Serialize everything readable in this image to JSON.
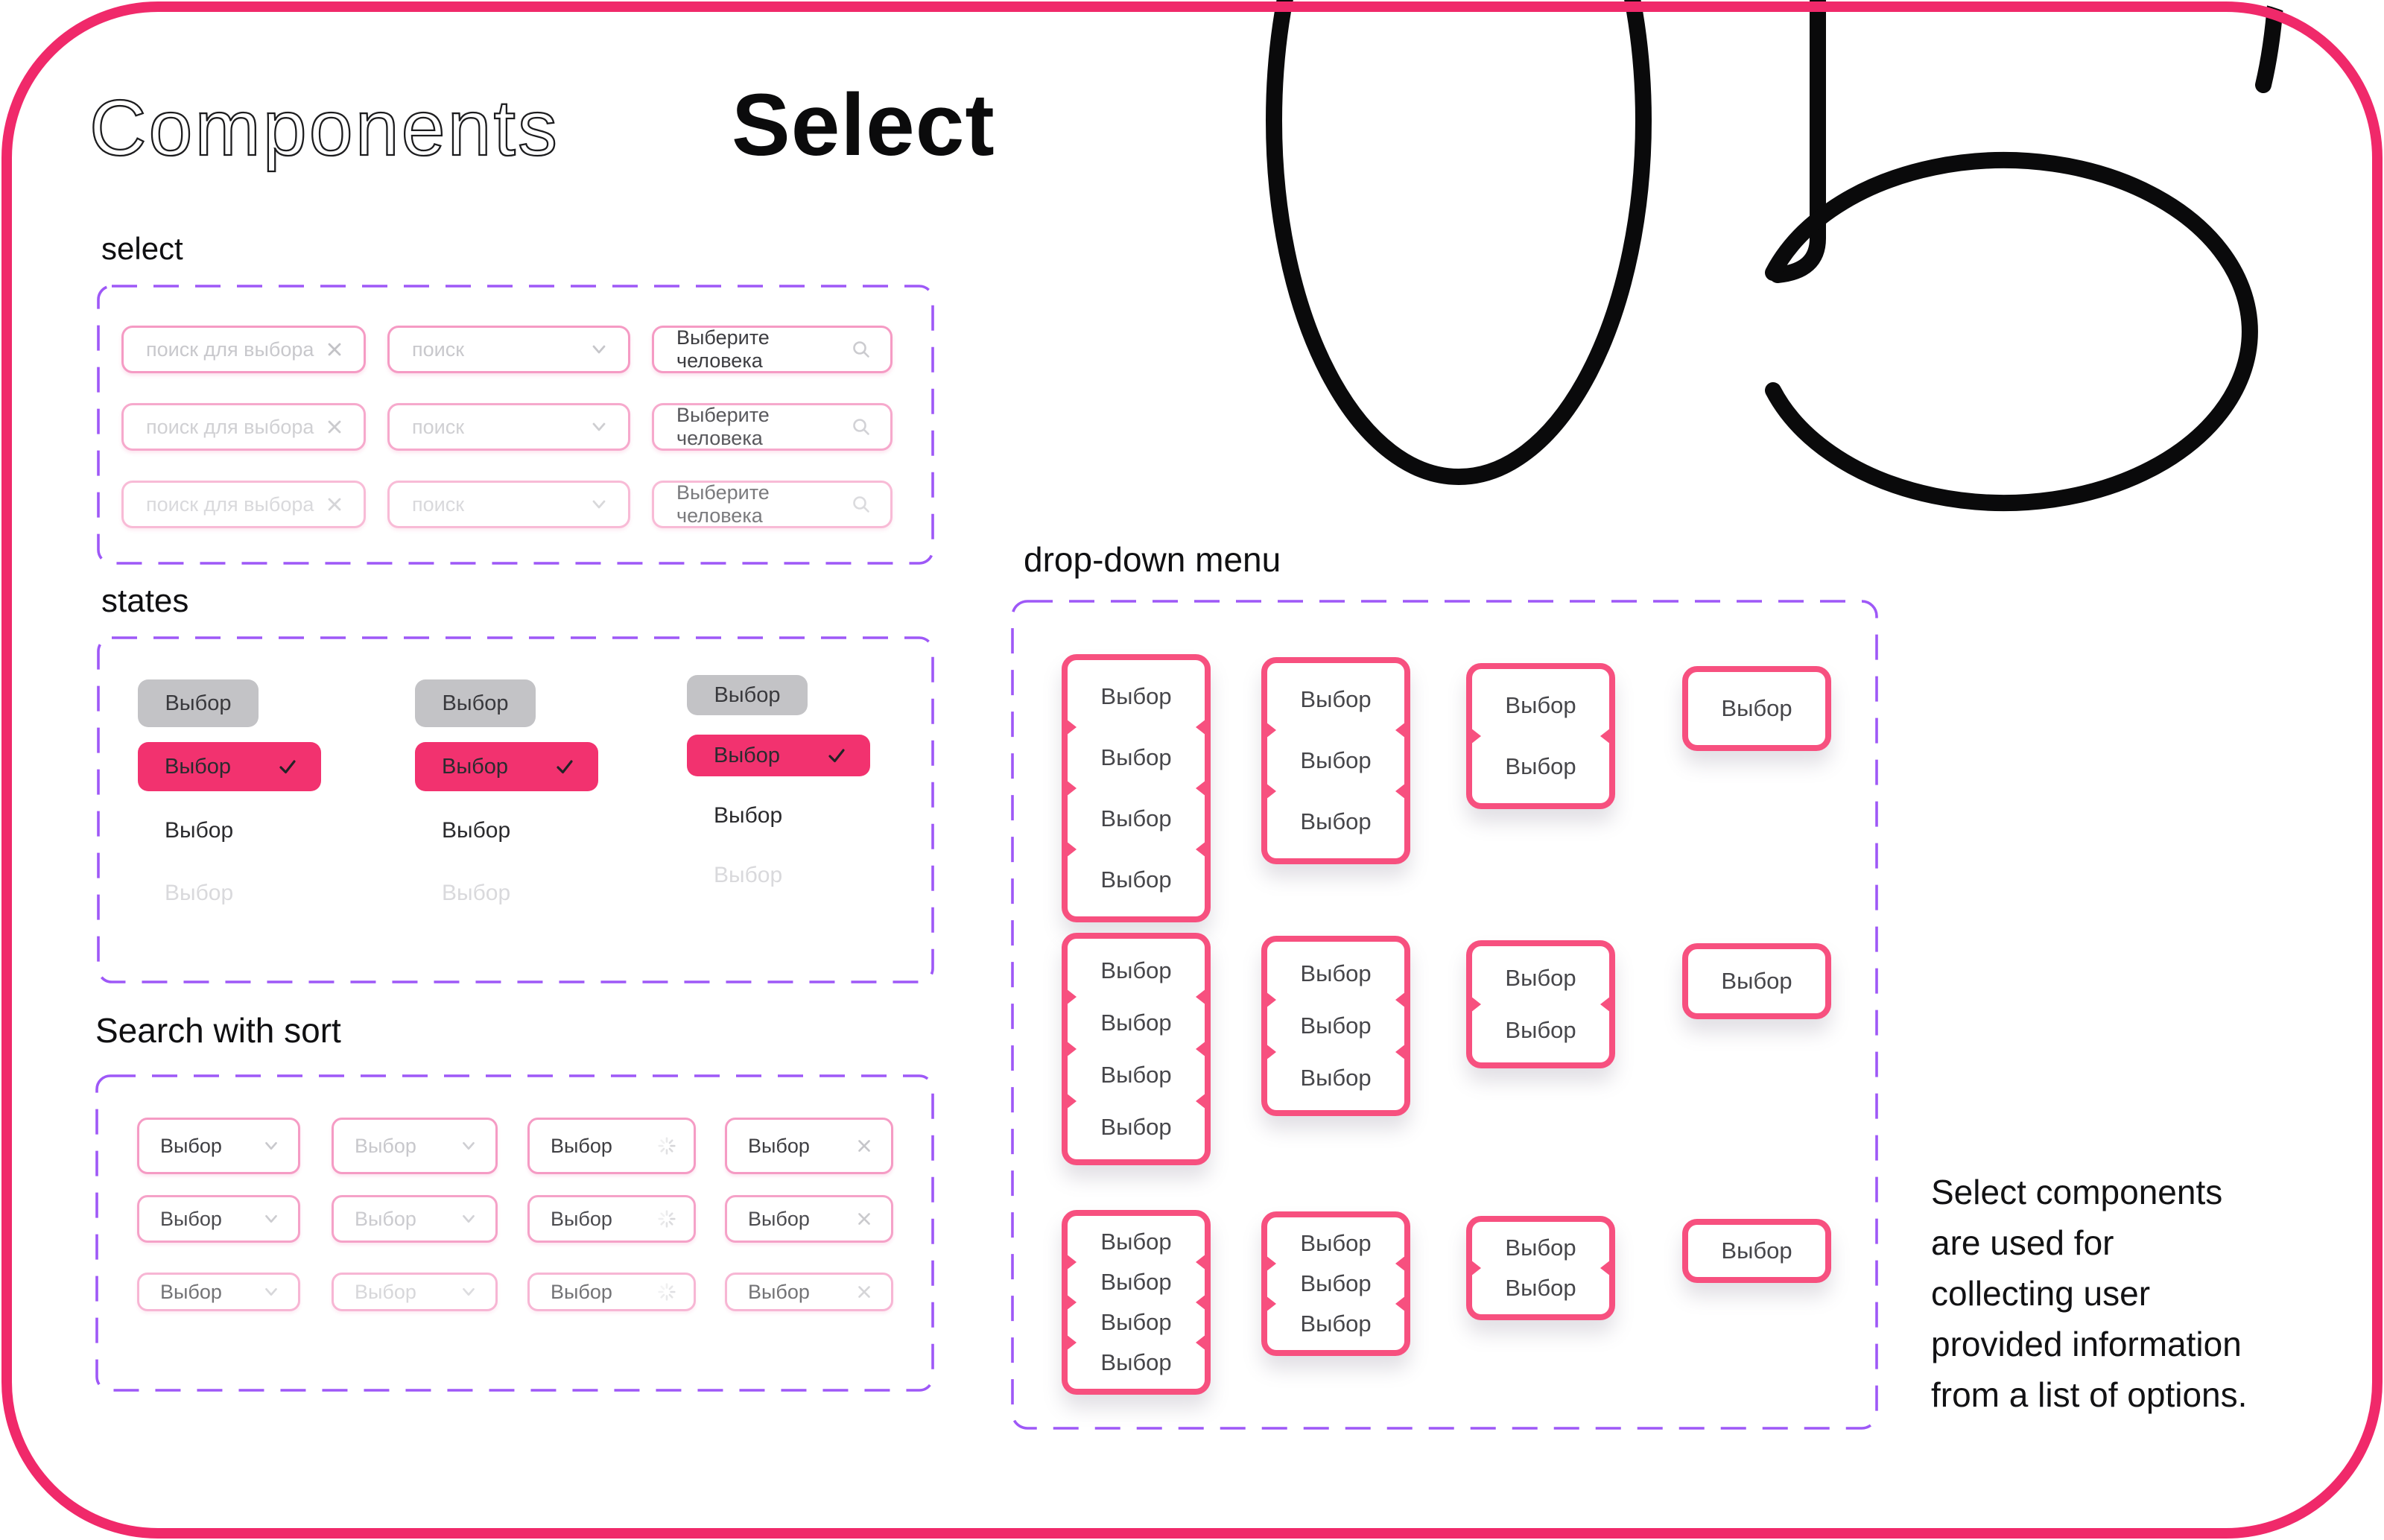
{
  "header": {
    "brand": "Components",
    "title": "Select",
    "page_number": "05"
  },
  "colors": {
    "frame_pink": "#f0296a",
    "menu_border_pink": "#f7507f",
    "field_border_pink": "#f59bc4",
    "dashed_purple": "#9e58f7",
    "selected_pink": "#f2326f",
    "hover_gray": "#c3c3c6",
    "text_dark": "#1a1a1c",
    "text_mid": "#47474b",
    "placeholder_gray": "#c8c8cc",
    "disabled_gray": "#d9d9dc"
  },
  "select_section": {
    "label": "select",
    "row_count": 3,
    "fields": [
      {
        "placeholder": "поиск для выбора",
        "icon": "close-icon"
      },
      {
        "placeholder": "поиск",
        "icon": "chevron-down-icon"
      },
      {
        "placeholder": "Выберите человека",
        "icon": "search-icon"
      }
    ]
  },
  "states_section": {
    "label": "states",
    "option_label": "Выбор",
    "column_count": 3,
    "states": [
      "hover",
      "selected",
      "normal",
      "disabled"
    ]
  },
  "search_section": {
    "label": "Search with sort",
    "option_label": "Выбор",
    "row_count": 3,
    "variants": [
      {
        "name": "sort",
        "icon": "chevron-down-icon",
        "disabled": false
      },
      {
        "name": "sort-disabled",
        "icon": "chevron-down-icon",
        "disabled": true
      },
      {
        "name": "loading",
        "icon": "spinner-icon",
        "disabled": false
      },
      {
        "name": "clear",
        "icon": "close-icon",
        "disabled": false
      }
    ]
  },
  "dropdown_section": {
    "label": "drop-down menu",
    "item_label": "Выбор",
    "row_count": 3,
    "menu_item_counts": [
      4,
      3,
      2,
      1
    ]
  },
  "description": {
    "lines": [
      "Select components",
      "are used for",
      "collecting user",
      "provided information",
      "from a list of options."
    ]
  }
}
